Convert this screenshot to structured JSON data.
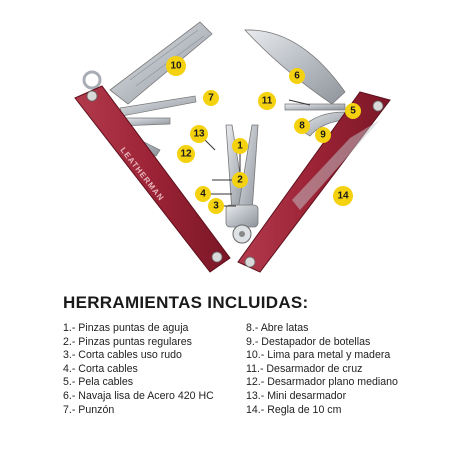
{
  "brand": {
    "engraving": "LEATHERMAN",
    "handle_color": "#9b2335",
    "badge_color": "#f5d20f"
  },
  "heading": "HERRAMIENTAS INCLUIDAS:",
  "tools_left": [
    "1.- Pinzas puntas de aguja",
    "2.- Pinzas puntas regulares",
    "3.- Corta cables uso rudo",
    "4.- Corta cables",
    "5.- Pela cables",
    "6.- Navaja lisa de Acero 420 HC",
    "7.- Punzón"
  ],
  "tools_right": [
    "8.- Abre latas",
    "9.- Destapador de botellas",
    "10.- Lima para metal y madera",
    "11.- Desarmador de cruz",
    "12.- Desarmador plano mediano",
    "13.- Mini desarmador",
    "14.- Regla de 10 cm"
  ],
  "badges": [
    "1",
    "2",
    "3",
    "4",
    "5",
    "6",
    "7",
    "8",
    "9",
    "10",
    "11",
    "12",
    "13",
    "14"
  ]
}
